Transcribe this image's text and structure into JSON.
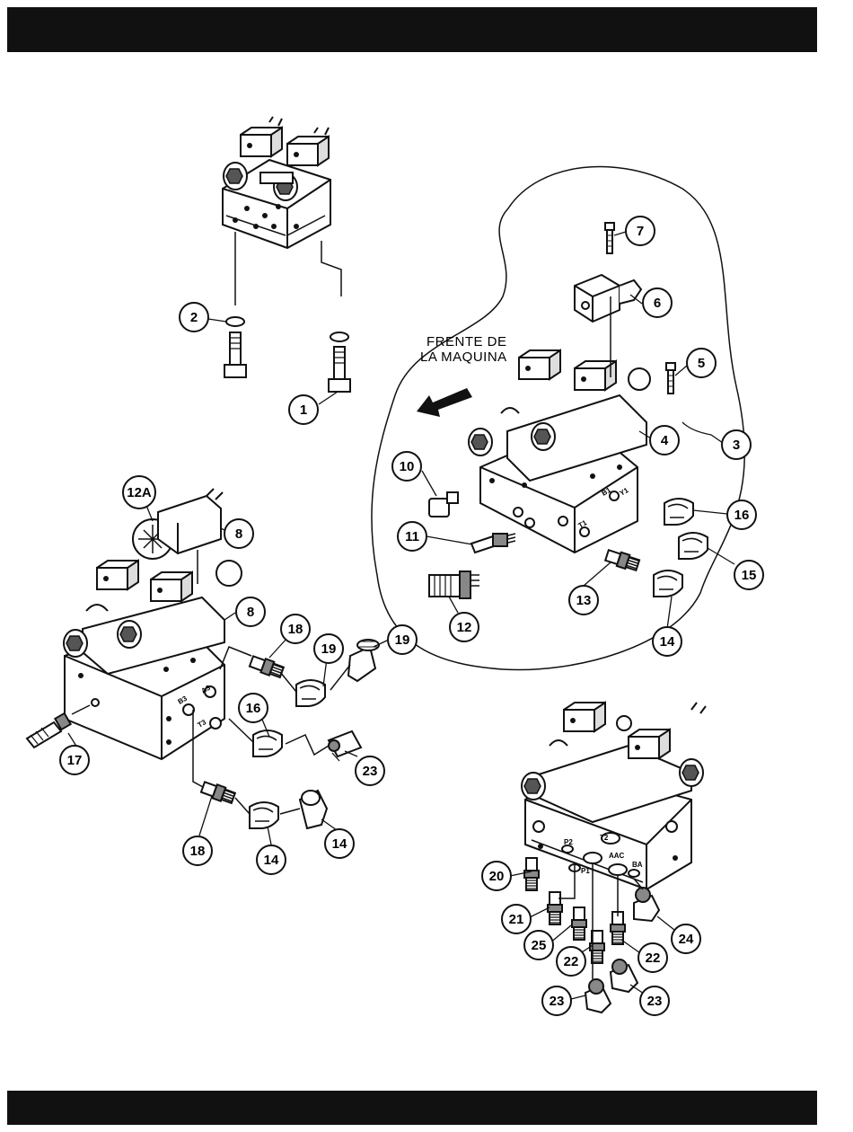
{
  "front_label": {
    "line1": "FRENTE DE",
    "line2": "LA MAQUINA"
  },
  "callouts": [
    {
      "id": "callout-1",
      "text": "1"
    },
    {
      "id": "callout-2",
      "text": "2"
    },
    {
      "id": "callout-3",
      "text": "3"
    },
    {
      "id": "callout-4",
      "text": "4"
    },
    {
      "id": "callout-5",
      "text": "5"
    },
    {
      "id": "callout-6",
      "text": "6"
    },
    {
      "id": "callout-7",
      "text": "7"
    },
    {
      "id": "callout-8a",
      "text": "8"
    },
    {
      "id": "callout-8b",
      "text": "8"
    },
    {
      "id": "callout-10",
      "text": "10"
    },
    {
      "id": "callout-11",
      "text": "11"
    },
    {
      "id": "callout-12",
      "text": "12"
    },
    {
      "id": "callout-12a",
      "text": "12A"
    },
    {
      "id": "callout-13",
      "text": "13"
    },
    {
      "id": "callout-14a",
      "text": "14"
    },
    {
      "id": "callout-14b",
      "text": "14"
    },
    {
      "id": "callout-14c",
      "text": "14"
    },
    {
      "id": "callout-15",
      "text": "15"
    },
    {
      "id": "callout-16a",
      "text": "16"
    },
    {
      "id": "callout-16b",
      "text": "16"
    },
    {
      "id": "callout-17",
      "text": "17"
    },
    {
      "id": "callout-18a",
      "text": "18"
    },
    {
      "id": "callout-18b",
      "text": "18"
    },
    {
      "id": "callout-19a",
      "text": "19"
    },
    {
      "id": "callout-19b",
      "text": "19"
    },
    {
      "id": "callout-20",
      "text": "20"
    },
    {
      "id": "callout-21",
      "text": "21"
    },
    {
      "id": "callout-22a",
      "text": "22"
    },
    {
      "id": "callout-22b",
      "text": "22"
    },
    {
      "id": "callout-23a",
      "text": "23"
    },
    {
      "id": "callout-23b",
      "text": "23"
    },
    {
      "id": "callout-23c",
      "text": "23"
    },
    {
      "id": "callout-24",
      "text": "24"
    },
    {
      "id": "callout-25",
      "text": "25"
    }
  ],
  "port_labels": {
    "t2": "T2",
    "p2": "P2",
    "p1": "P1",
    "aac": "AAC",
    "ba": "BA",
    "b1": "B1",
    "y1": "Y1",
    "t1": "T1",
    "a3": "A3",
    "t3": "T3",
    "b3": "B3"
  }
}
